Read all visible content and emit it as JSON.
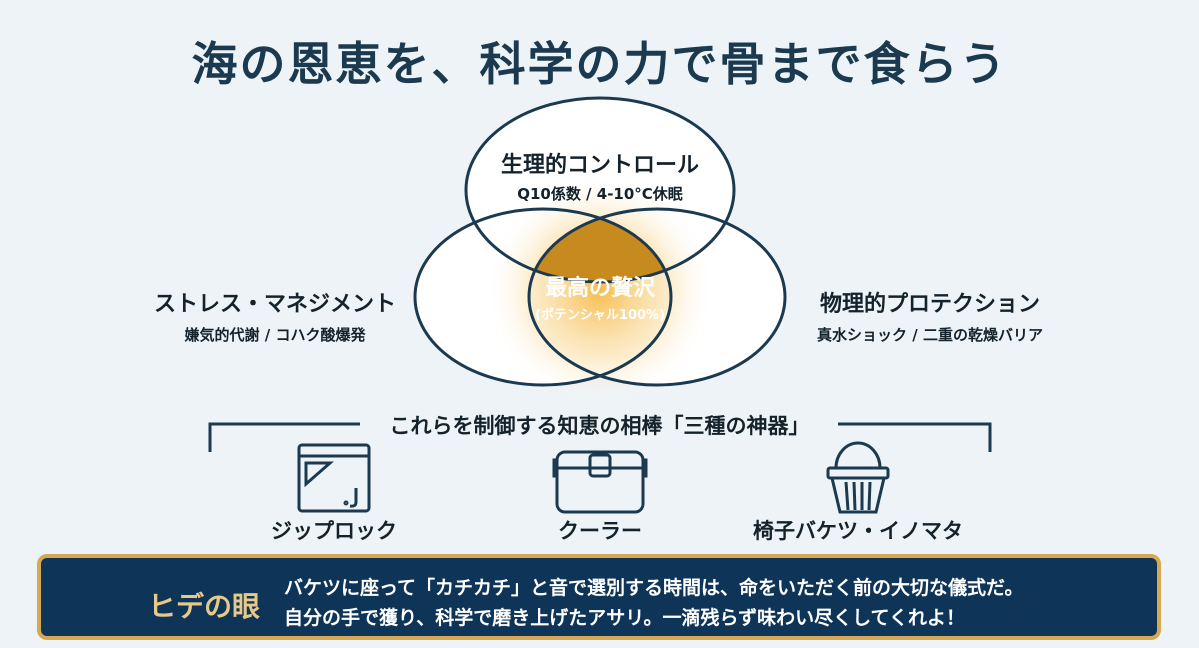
{
  "title": "海の恩恵を、科学の力で骨まで食らう",
  "venn": {
    "top": {
      "heading": "生理的コントロール",
      "sub": "Q10係数 / 4-10°C休眠"
    },
    "left": {
      "heading": "ストレス・マネジメント",
      "sub": "嫌気的代謝 / コハク酸爆発"
    },
    "right": {
      "heading": "物理的プロテクション",
      "sub": "真水ショック / 二重の乾燥バリア"
    },
    "center": {
      "heading": "最高の贅沢",
      "sub": "(ポテンシャル100%)"
    }
  },
  "tools": {
    "heading": "これらを制御する知恵の相棒「三種の神器」",
    "items": [
      {
        "label": "ジップロック",
        "icon": "ziploc-bag-icon"
      },
      {
        "label": "クーラー",
        "icon": "cooler-box-icon"
      },
      {
        "label": "椅子バケツ・イノマタ",
        "icon": "bucket-icon"
      }
    ]
  },
  "banner": {
    "title": "ヒデの眼",
    "icon": "glasses-icon",
    "lines": [
      "バケツに座って「カチカチ」と音で選別する時間は、命をいただく前の大切な儀式だ。",
      "自分の手で獲り、科学で磨き上げたアサリ。一滴残らず味わい尽くしてくれよ！"
    ]
  },
  "colors": {
    "navy": "#1b3a4f",
    "gold": "#c68a1e",
    "banner": "#0e3558",
    "border": "#d7a853"
  }
}
